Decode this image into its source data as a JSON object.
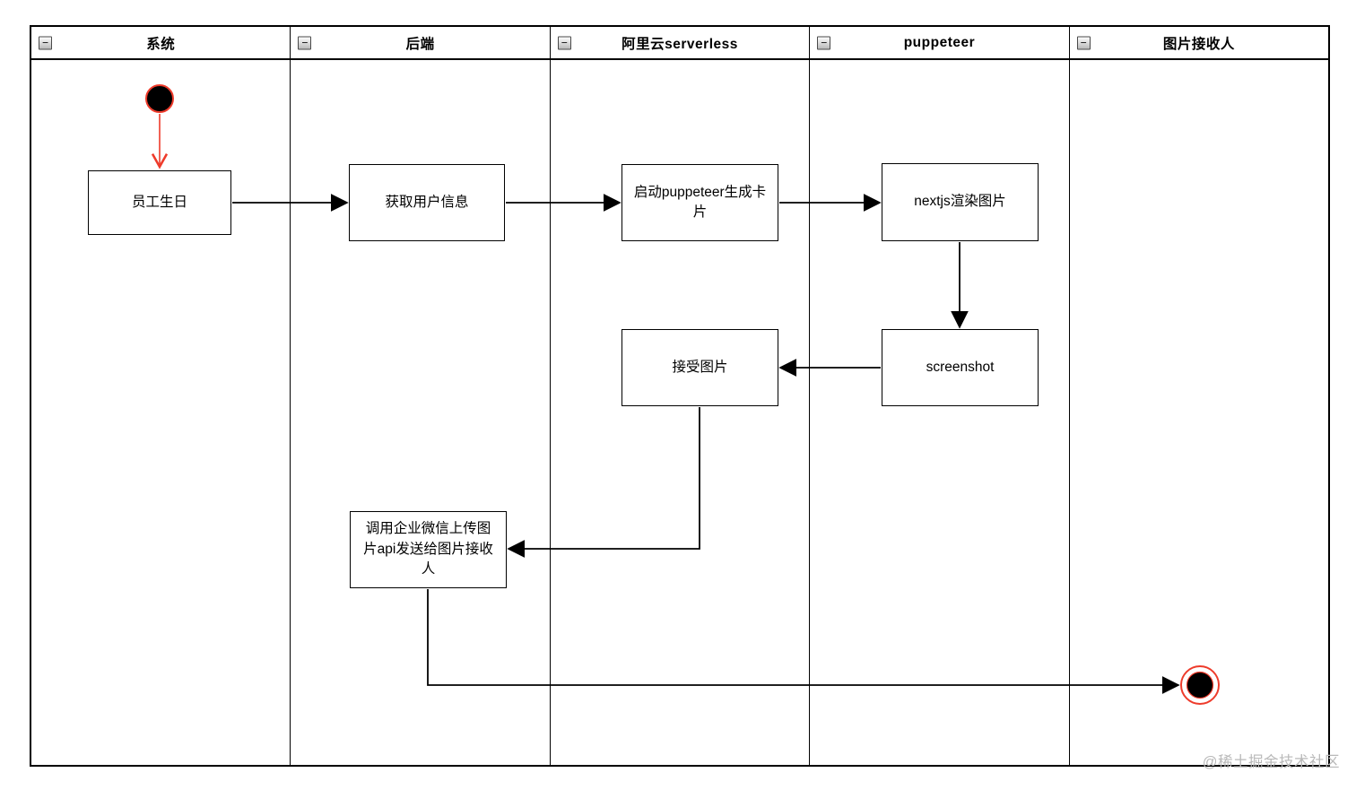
{
  "diagram": {
    "title": "activity-swimlane-flow",
    "lanes": [
      {
        "label": "系统"
      },
      {
        "label": "后端"
      },
      {
        "label": "阿里云serverless"
      },
      {
        "label": "puppeteer"
      },
      {
        "label": "图片接收人"
      }
    ],
    "icons": {
      "collapse": "−"
    },
    "nodes": {
      "employee_birthday": "员工生日",
      "get_user_info": "获取用户信息",
      "start_puppeteer": "启动puppeteer生成卡片",
      "nextjs_render": "nextjs渲染图片",
      "receive_image": "接受图片",
      "screenshot": "screenshot",
      "call_wechat_api": "调用企业微信上传图片api发送给图片接收人"
    },
    "colors": {
      "line": "#000000",
      "node_fill": "#ffffff",
      "accent_red": "#ee3b2b",
      "watermark_gray": "#b9b9b9"
    }
  },
  "watermark": "@稀土掘金技术社区"
}
